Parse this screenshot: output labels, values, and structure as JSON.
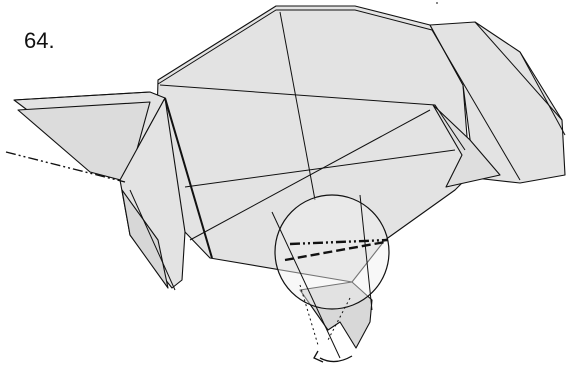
{
  "step": {
    "number": "64."
  },
  "colors": {
    "paper": "#e3e3e3",
    "paper_dark": "#d2d2d2",
    "line": "#111111",
    "background": "#ffffff"
  },
  "symbols": {
    "fold_line_left": "mountain-fold-line",
    "fold_line_circle": "mountain-fold-line",
    "fold_line_circle_second": "valley-fold-line",
    "detail": "magnifier-circle",
    "motion": "curved-arrow-left"
  }
}
